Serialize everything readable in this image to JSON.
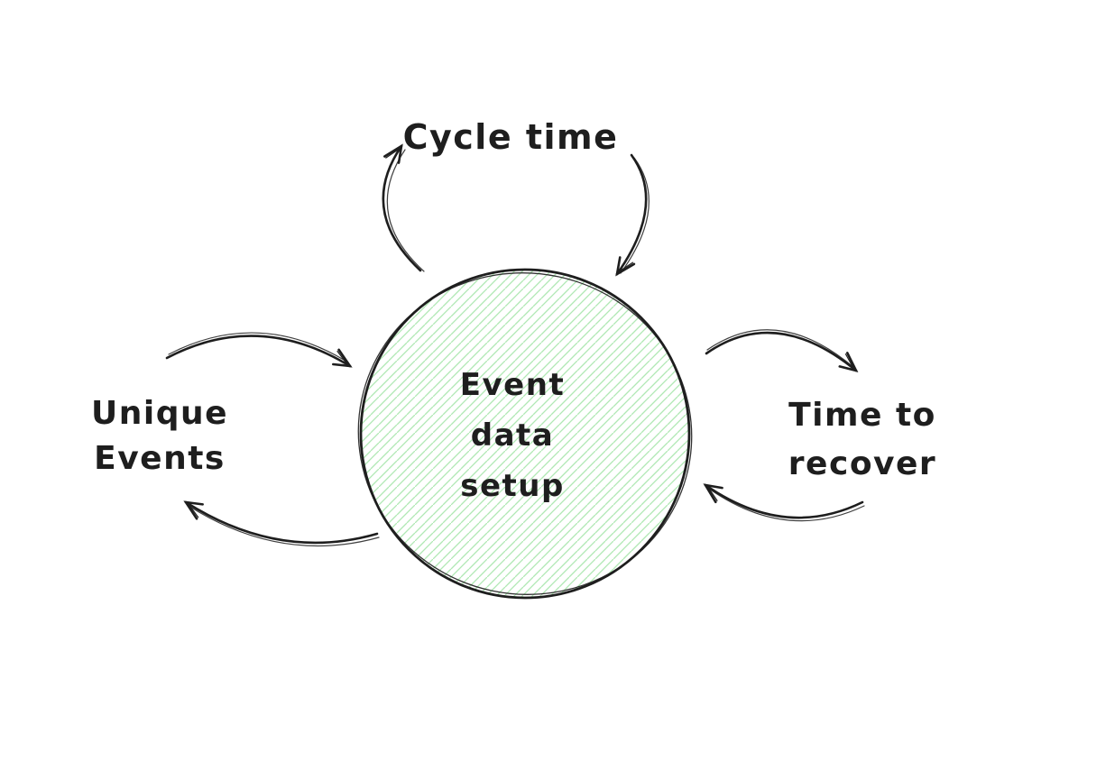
{
  "diagram": {
    "center_node": {
      "label": "Event\ndata\nsetup",
      "shape": "circle",
      "fill_style": "hachure"
    },
    "labels": {
      "top": "Cycle time",
      "left": "Unique\nEvents",
      "right": "Time to\nrecover"
    },
    "arrows": [
      {
        "name": "arrow-circle-to-cycle-time",
        "direction": "out",
        "side": "top-left"
      },
      {
        "name": "arrow-cycle-time-to-circle",
        "direction": "in",
        "side": "top-right"
      },
      {
        "name": "arrow-unique-events-to-circle",
        "direction": "in",
        "side": "left-top"
      },
      {
        "name": "arrow-circle-to-unique-events",
        "direction": "out",
        "side": "left-bottom"
      },
      {
        "name": "arrow-circle-to-time-to-recover",
        "direction": "out",
        "side": "right-top"
      },
      {
        "name": "arrow-time-to-recover-to-circle",
        "direction": "in",
        "side": "right-bottom"
      }
    ],
    "colors": {
      "stroke": "#1e1e1e",
      "text": "#1e1e1e",
      "node_hatch_green": "#b0e8b4",
      "background": "#ffffff"
    }
  }
}
